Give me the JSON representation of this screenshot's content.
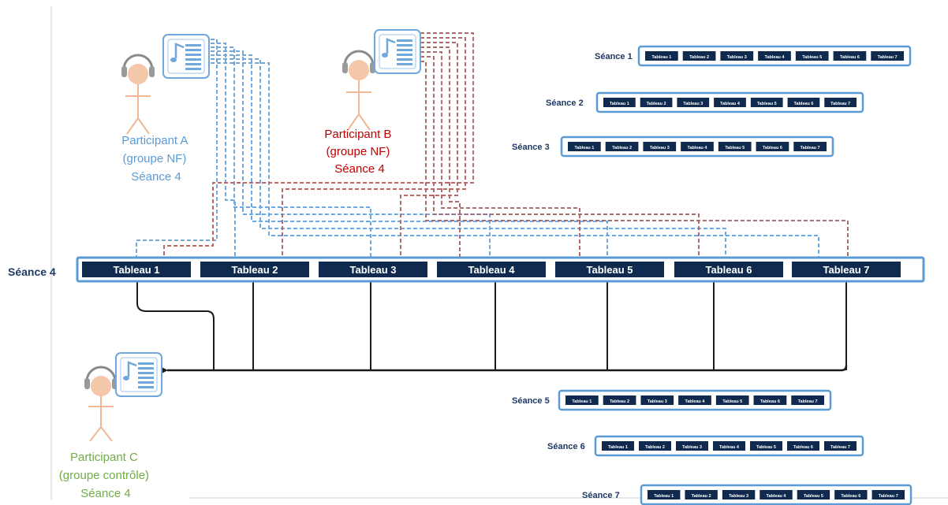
{
  "participants": {
    "a": {
      "line1": "Participant A",
      "line2": "(groupe NF)",
      "line3": "Séance 4",
      "color": "#5b9bd5"
    },
    "b": {
      "line1": "Participant B",
      "line2": "(groupe NF)",
      "line3": "Séance 4",
      "color": "#c00000"
    },
    "c": {
      "line1": "Participant C",
      "line2": "(groupe contrôle)",
      "line3": "Séance 4",
      "color": "#70ad47"
    }
  },
  "colors": {
    "session_border": "#5b9bd5",
    "tab_fill": "#0f2a4e",
    "arrow_a": "#6fa8dc",
    "arrow_b": "#b56a6a",
    "arrow_c": "#1a1a1a",
    "icon_blue": "#6fa8dc",
    "head_fill": "#f4c7a8"
  },
  "main_session": {
    "label": "Séance 4",
    "tableaux": [
      "Tableau 1",
      "Tableau 2",
      "Tableau 3",
      "Tableau 4",
      "Tableau 5",
      "Tableau 6",
      "Tableau 7"
    ]
  },
  "other_sessions": [
    {
      "label": "Séance 1",
      "tableaux": [
        "Tableau 1",
        "Tableau 2",
        "Tableau 3",
        "Tableau 4",
        "Tableau 5",
        "Tableau 6",
        "Tableau 7"
      ]
    },
    {
      "label": "Séance 2",
      "tableaux": [
        "Tableau 1",
        "Tableau 2",
        "Tableau 3",
        "Tableau 4",
        "Tableau 5",
        "Tableau 6",
        "Tableau 7"
      ]
    },
    {
      "label": "Séance 3",
      "tableaux": [
        "Tableau 1",
        "Tableau 2",
        "Tableau 3",
        "Tableau 4",
        "Tableau 5",
        "Tableau 6",
        "Tableau 7"
      ]
    },
    {
      "label": "Séance 5",
      "tableaux": [
        "Tableau 1",
        "Tableau 2",
        "Tableau 3",
        "Tableau 4",
        "Tableau 5",
        "Tableau 6",
        "Tableau 7"
      ]
    },
    {
      "label": "Séance 6",
      "tableaux": [
        "Tableau 1",
        "Tableau 2",
        "Tableau 3",
        "Tableau 4",
        "Tableau 5",
        "Tableau 6",
        "Tableau 7"
      ]
    },
    {
      "label": "Séance 7",
      "tableaux": [
        "Tableau 1",
        "Tableau 2",
        "Tableau 3",
        "Tableau 4",
        "Tableau 5",
        "Tableau 6",
        "Tableau 7"
      ]
    }
  ],
  "icons": {
    "listener": "headphones-person-icon",
    "playlist": "music-playlist-icon"
  }
}
